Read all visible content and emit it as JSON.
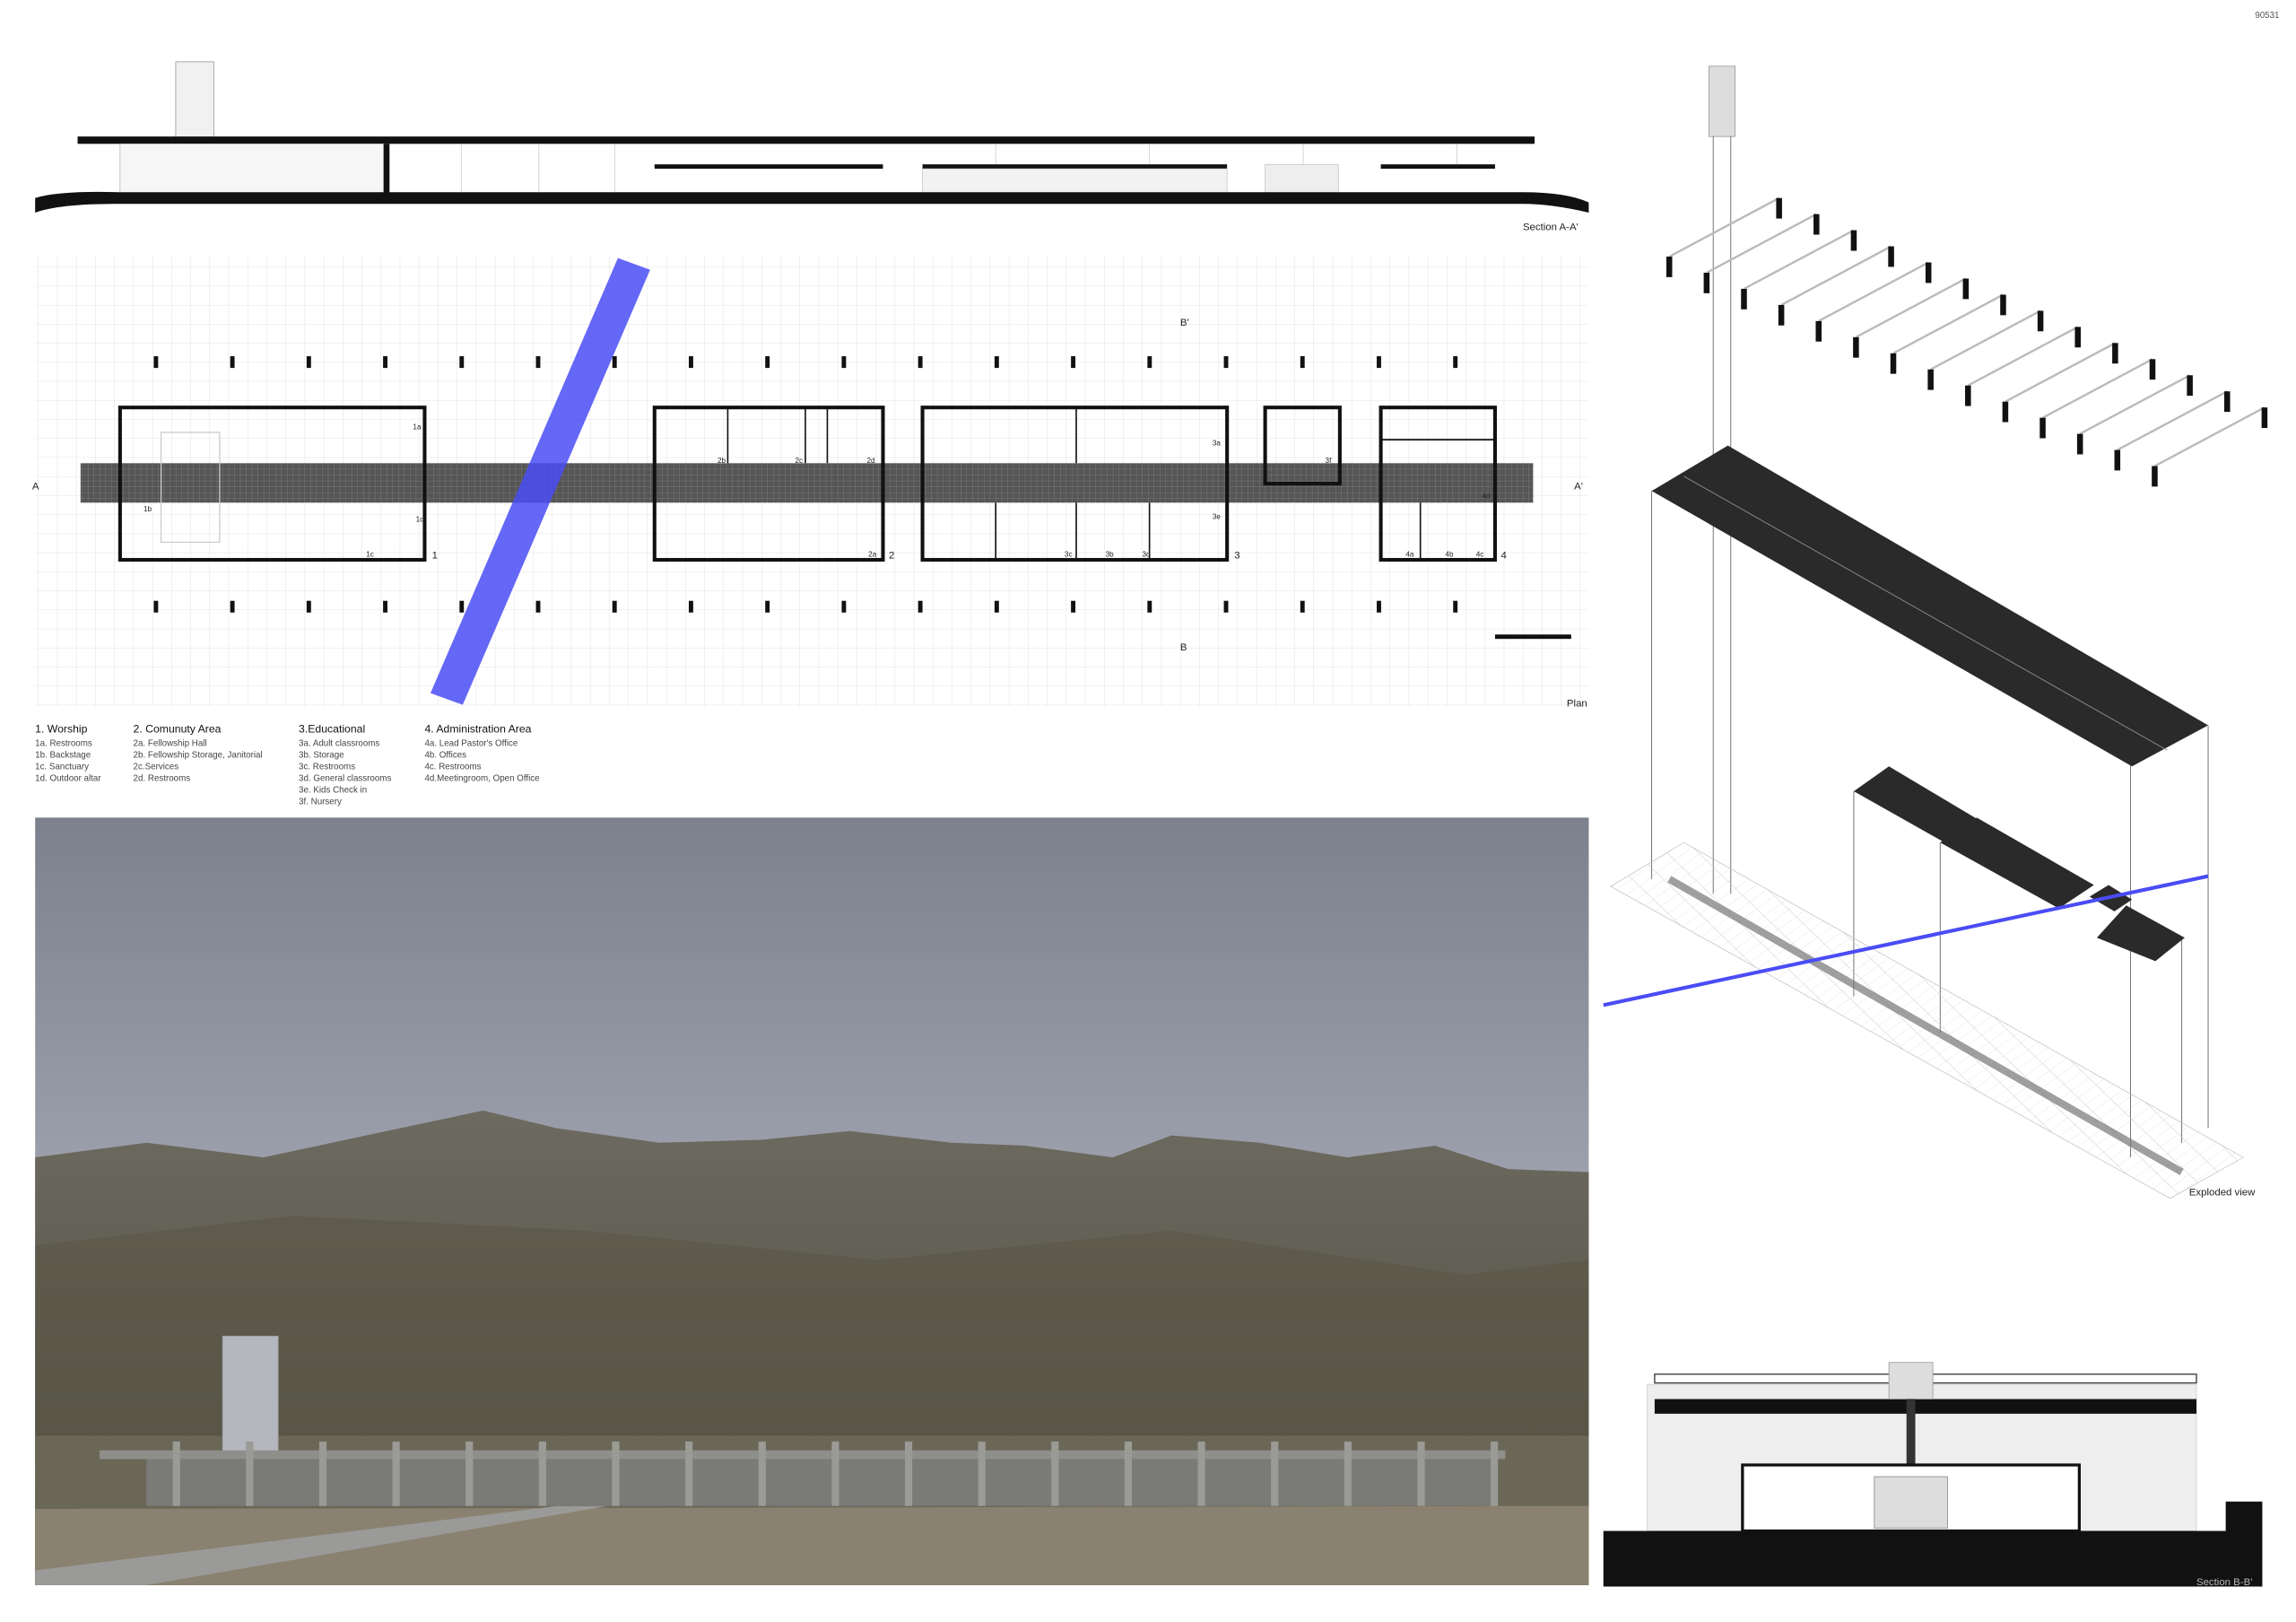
{
  "sheet_id": "90531",
  "section_aa": {
    "label": "Section A-A'"
  },
  "plan": {
    "label": "Plan",
    "axis_a": "A",
    "axis_a2": "A'",
    "axis_b": "B",
    "axis_b2": "B'",
    "zones": [
      "1",
      "2",
      "3",
      "4"
    ],
    "room_tags": [
      "1a",
      "1b",
      "1c",
      "1d",
      "2a",
      "2b",
      "2c",
      "2d",
      "3a",
      "3b",
      "3c",
      "3d",
      "3e",
      "3f",
      "4a",
      "4b",
      "4c",
      "4d"
    ]
  },
  "legend": [
    {
      "title": "1. Worship",
      "items": [
        "1a. Restrooms",
        "1b. Backstage",
        "1c. Sanctuary",
        "1d. Outdoor altar"
      ]
    },
    {
      "title": "2. Comunuty Area",
      "items": [
        "2a. Fellowship Hall",
        "2b. Fellowship Storage, Janitorial",
        "2c.Services",
        "2d. Restrooms"
      ]
    },
    {
      "title": "3.Educational",
      "items": [
        "3a. Adult classrooms",
        "3b. Storage",
        "3c. Restrooms",
        "3d. General classrooms",
        "3e. Kids Check in",
        "3f. Nursery"
      ]
    },
    {
      "title": "4. Administration Area",
      "items": [
        "4a. Lead Pastor's Office",
        "4b. Offices",
        "4c. Restrooms",
        "4d.Meetingroom, Open Office"
      ]
    }
  ],
  "exploded": {
    "label": "Exploded view"
  },
  "section_bb": {
    "label": "Section B-B'"
  },
  "colors": {
    "accent_blue": "#4a4cf5",
    "ink": "#111111",
    "grid": "#d8d8d8"
  }
}
